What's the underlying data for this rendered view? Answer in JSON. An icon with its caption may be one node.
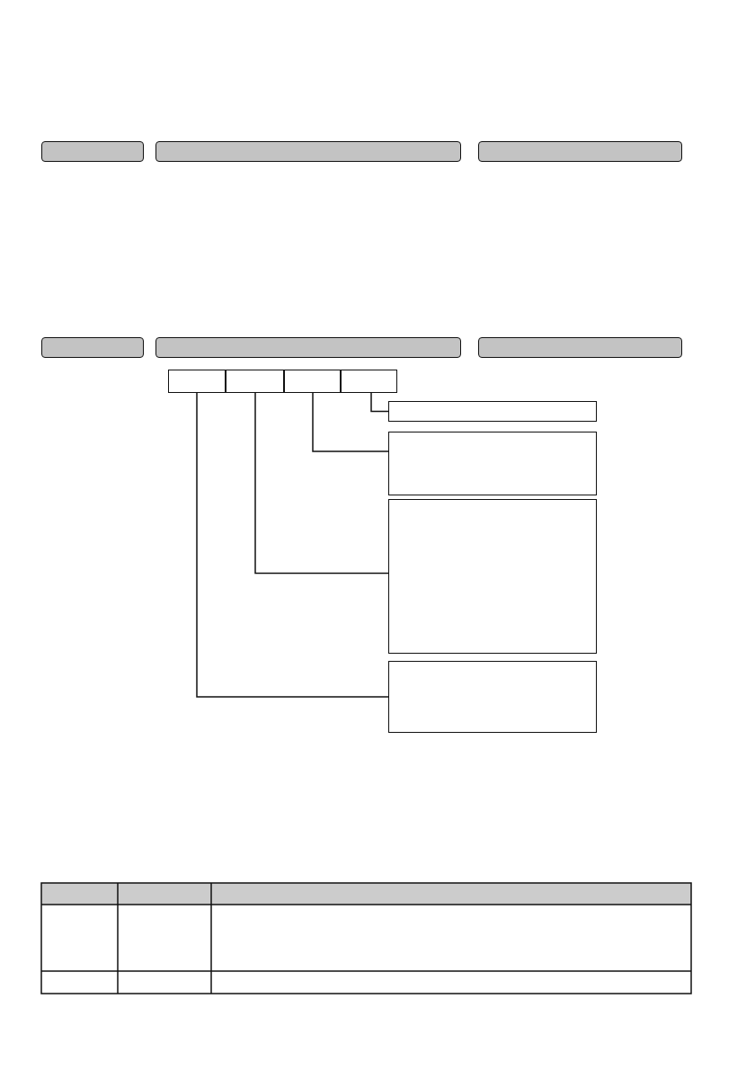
{
  "diagram": {
    "nodes": [
      {
        "text": [],
        "shape": "bar"
      },
      {
        "text": [],
        "shape": "bar"
      },
      {
        "text": [],
        "shape": "bar"
      },
      {
        "text": [],
        "shape": "bar"
      },
      {
        "text": [],
        "shape": "bar"
      },
      {
        "text": [],
        "shape": "bar"
      },
      {
        "text": [],
        "shape": "box"
      },
      {
        "text": [],
        "shape": "box"
      },
      {
        "text": [],
        "shape": "box"
      },
      {
        "text": [],
        "shape": "box"
      },
      {
        "text": [],
        "shape": "box"
      },
      {
        "text": [],
        "shape": "box"
      },
      {
        "text": [],
        "shape": "box"
      },
      {
        "text": [],
        "shape": "box"
      }
    ],
    "edges": [
      {
        "from": 9,
        "to": 10,
        "arrow": "none"
      },
      {
        "from": 8,
        "to": 11,
        "arrow": "none"
      },
      {
        "from": 7,
        "to": 12,
        "arrow": "none"
      },
      {
        "from": 6,
        "to": 13,
        "arrow": "none"
      }
    ]
  }
}
